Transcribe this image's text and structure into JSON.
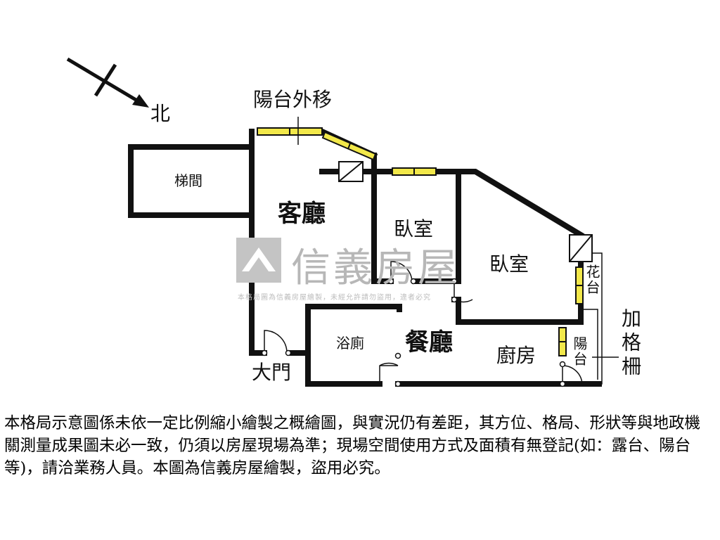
{
  "plan": {
    "compass_label": "北",
    "balcony_moved_label": "陽台外移",
    "rooms": {
      "stairwell": "梯間",
      "living_room": "客廳",
      "bedroom_1": "臥室",
      "bedroom_2": "臥室",
      "bathroom": "浴廁",
      "dining_room": "餐廳",
      "kitchen": "廚房",
      "flower_bed": "花台",
      "balcony": "陽台",
      "main_door": "大門"
    },
    "added_grille_label": "加格柵"
  },
  "watermark": {
    "brand": "信義房屋",
    "subtext": "本格局圖為信義房屋繪製，未經允許請勿盜用，違者必究"
  },
  "disclaimer": "本格局示意圖係未依一定比例縮小繪製之概繪圖，與實況仍有差距，其方位、格局、形狀等與地政機關測量成果圖未必一致，仍須以房屋現場為準；現場空間使用方式及面積有無登記(如：露台、陽台等)，請洽業務人員。本圖為信義房屋繪製，盜用必究。",
  "colors": {
    "wall": "#111111",
    "window_fill": "#f2e84a",
    "watermark": "#b7b7b7"
  }
}
